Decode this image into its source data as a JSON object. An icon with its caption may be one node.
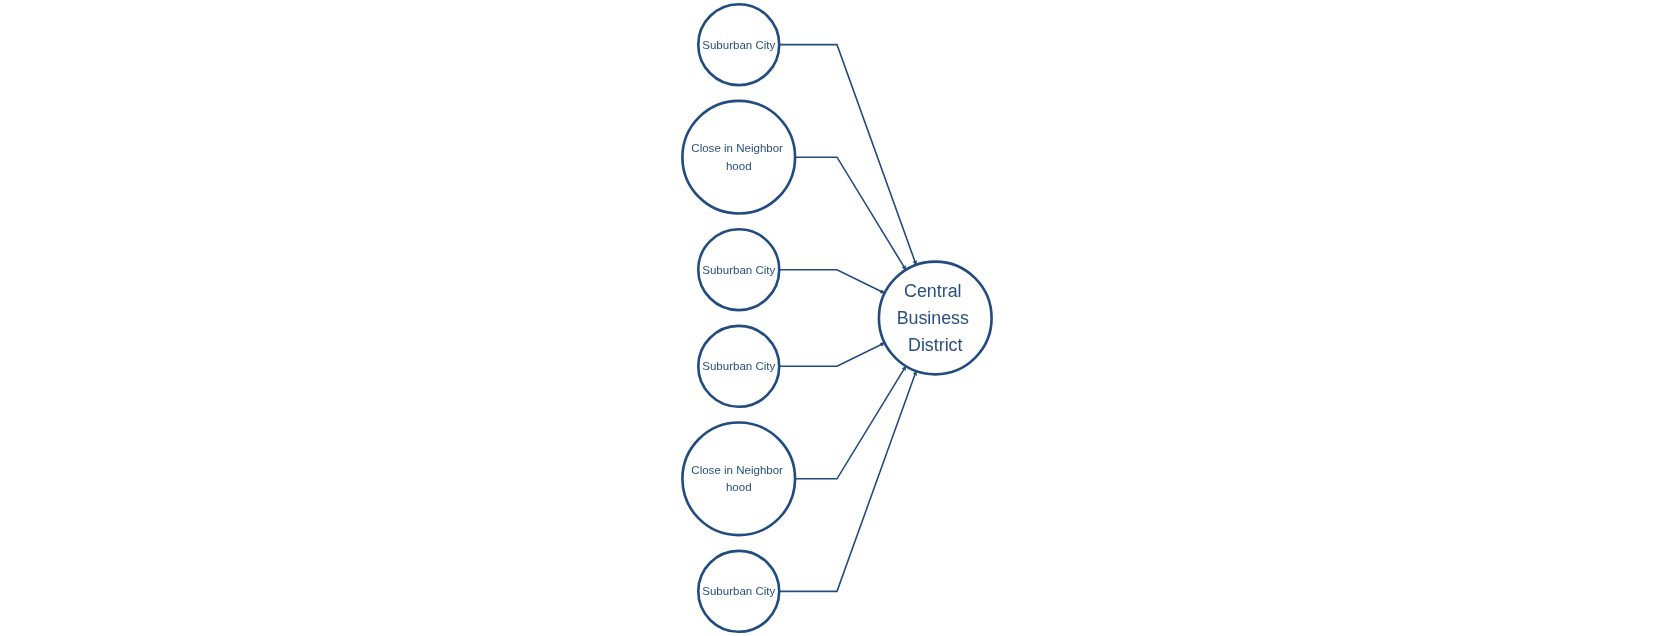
{
  "diagram": {
    "nodes": [
      {
        "text": [
          "Suburban City"
        ]
      },
      {
        "text": [
          "Close in Neighbor hood"
        ]
      },
      {
        "text": [
          "Suburban City"
        ]
      },
      {
        "text": [
          "Central Business District"
        ]
      },
      {
        "text": [
          "Suburban City"
        ]
      },
      {
        "text": [
          "Close in Neighbor hood"
        ]
      },
      {
        "text": [
          "Suburban City"
        ]
      }
    ],
    "edges": [
      {
        "from": 0,
        "to": 3,
        "arrow": "to"
      },
      {
        "from": 1,
        "to": 3,
        "arrow": "to"
      },
      {
        "from": 2,
        "to": 3,
        "arrow": "to"
      },
      {
        "from": 4,
        "to": 3,
        "arrow": "to"
      },
      {
        "from": 5,
        "to": 3,
        "arrow": "to"
      },
      {
        "from": 6,
        "to": 3,
        "arrow": "to"
      }
    ]
  }
}
